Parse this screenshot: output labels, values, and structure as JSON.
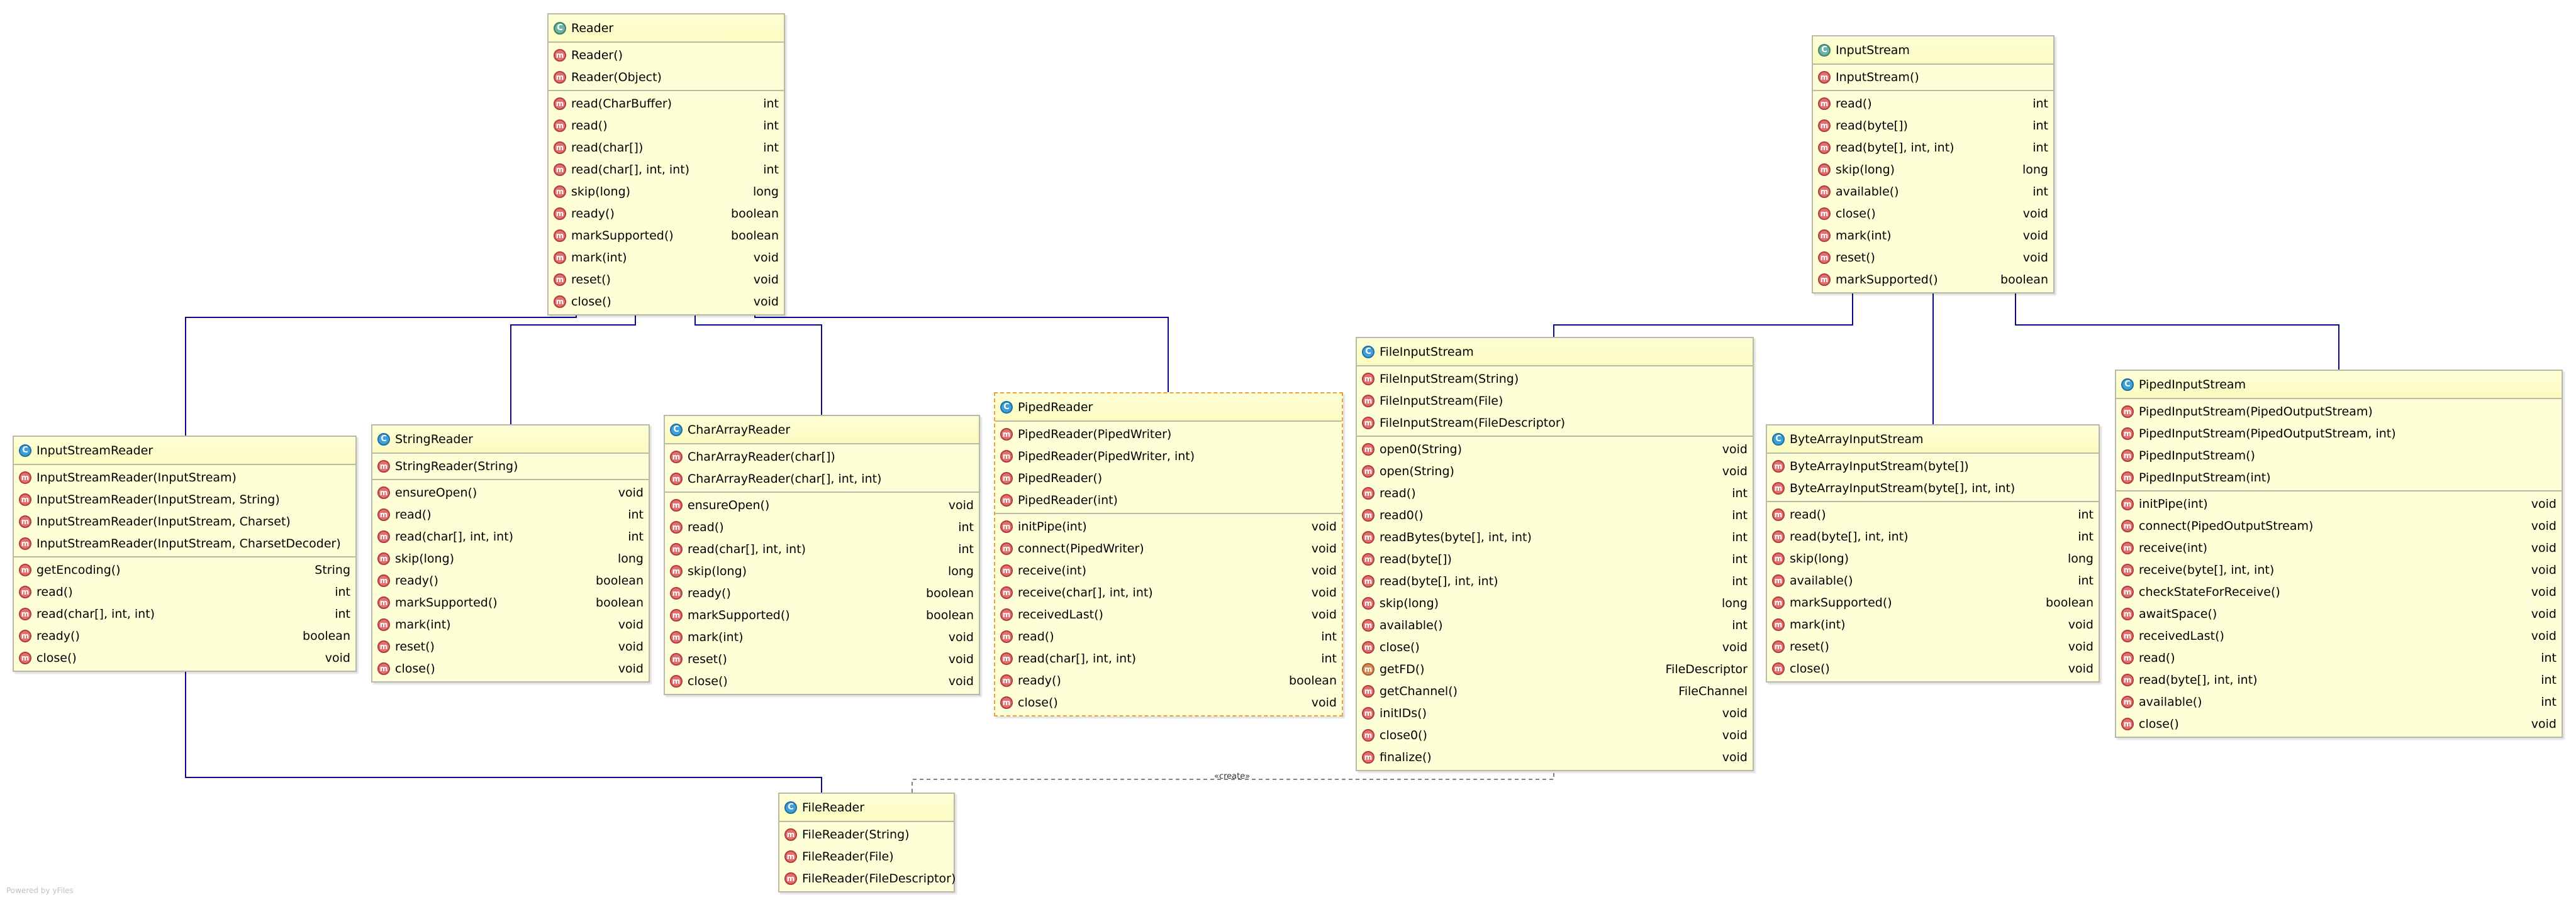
{
  "diagram": {
    "create_label": "«create»",
    "footer": "Powered by yFiles"
  },
  "colors": {
    "box_fill": "#fefed7",
    "box_border": "#b9b9a6",
    "edge": "#0b0b8c",
    "selected_border": "#e8a33c",
    "method_icon": "#e06f6f",
    "class_icon": "#3f9fd8"
  },
  "classes": [
    {
      "id": "reader",
      "name": "Reader",
      "icon": "abstract-class-icon",
      "constructors": [
        "Reader()",
        "Reader(Object)"
      ],
      "methods": [
        {
          "sig": "read(CharBuffer)",
          "ret": "int"
        },
        {
          "sig": "read()",
          "ret": "int"
        },
        {
          "sig": "read(char[])",
          "ret": "int"
        },
        {
          "sig": "read(char[], int, int)",
          "ret": "int"
        },
        {
          "sig": "skip(long)",
          "ret": "long"
        },
        {
          "sig": "ready()",
          "ret": "boolean"
        },
        {
          "sig": "markSupported()",
          "ret": "boolean"
        },
        {
          "sig": "mark(int)",
          "ret": "void"
        },
        {
          "sig": "reset()",
          "ret": "void"
        },
        {
          "sig": "close()",
          "ret": "void"
        }
      ]
    },
    {
      "id": "inputstream",
      "name": "InputStream",
      "icon": "abstract-class-icon",
      "constructors": [
        "InputStream()"
      ],
      "methods": [
        {
          "sig": "read()",
          "ret": "int"
        },
        {
          "sig": "read(byte[])",
          "ret": "int"
        },
        {
          "sig": "read(byte[], int, int)",
          "ret": "int"
        },
        {
          "sig": "skip(long)",
          "ret": "long"
        },
        {
          "sig": "available()",
          "ret": "int"
        },
        {
          "sig": "close()",
          "ret": "void"
        },
        {
          "sig": "mark(int)",
          "ret": "void"
        },
        {
          "sig": "reset()",
          "ret": "void"
        },
        {
          "sig": "markSupported()",
          "ret": "boolean"
        }
      ]
    },
    {
      "id": "inputstreamreader",
      "name": "InputStreamReader",
      "icon": "class-icon",
      "constructors": [
        "InputStreamReader(InputStream)",
        "InputStreamReader(InputStream, String)",
        "InputStreamReader(InputStream, Charset)",
        "InputStreamReader(InputStream, CharsetDecoder)"
      ],
      "methods": [
        {
          "sig": "getEncoding()",
          "ret": "String"
        },
        {
          "sig": "read()",
          "ret": "int"
        },
        {
          "sig": "read(char[], int, int)",
          "ret": "int"
        },
        {
          "sig": "ready()",
          "ret": "boolean"
        },
        {
          "sig": "close()",
          "ret": "void"
        }
      ]
    },
    {
      "id": "stringreader",
      "name": "StringReader",
      "icon": "class-icon",
      "constructors": [
        "StringReader(String)"
      ],
      "methods": [
        {
          "sig": "ensureOpen()",
          "ret": "void"
        },
        {
          "sig": "read()",
          "ret": "int"
        },
        {
          "sig": "read(char[], int, int)",
          "ret": "int"
        },
        {
          "sig": "skip(long)",
          "ret": "long"
        },
        {
          "sig": "ready()",
          "ret": "boolean"
        },
        {
          "sig": "markSupported()",
          "ret": "boolean"
        },
        {
          "sig": "mark(int)",
          "ret": "void"
        },
        {
          "sig": "reset()",
          "ret": "void"
        },
        {
          "sig": "close()",
          "ret": "void"
        }
      ]
    },
    {
      "id": "chararrayreader",
      "name": "CharArrayReader",
      "icon": "class-icon",
      "constructors": [
        "CharArrayReader(char[])",
        "CharArrayReader(char[], int, int)"
      ],
      "methods": [
        {
          "sig": "ensureOpen()",
          "ret": "void"
        },
        {
          "sig": "read()",
          "ret": "int"
        },
        {
          "sig": "read(char[], int, int)",
          "ret": "int"
        },
        {
          "sig": "skip(long)",
          "ret": "long"
        },
        {
          "sig": "ready()",
          "ret": "boolean"
        },
        {
          "sig": "markSupported()",
          "ret": "boolean"
        },
        {
          "sig": "mark(int)",
          "ret": "void"
        },
        {
          "sig": "reset()",
          "ret": "void"
        },
        {
          "sig": "close()",
          "ret": "void"
        }
      ]
    },
    {
      "id": "pipedreader",
      "name": "PipedReader",
      "icon": "class-icon",
      "selected": true,
      "constructors": [
        "PipedReader(PipedWriter)",
        "PipedReader(PipedWriter, int)",
        "PipedReader()",
        "PipedReader(int)"
      ],
      "methods": [
        {
          "sig": "initPipe(int)",
          "ret": "void"
        },
        {
          "sig": "connect(PipedWriter)",
          "ret": "void"
        },
        {
          "sig": "receive(int)",
          "ret": "void"
        },
        {
          "sig": "receive(char[], int, int)",
          "ret": "void"
        },
        {
          "sig": "receivedLast()",
          "ret": "void"
        },
        {
          "sig": "read()",
          "ret": "int"
        },
        {
          "sig": "read(char[], int, int)",
          "ret": "int"
        },
        {
          "sig": "ready()",
          "ret": "boolean"
        },
        {
          "sig": "close()",
          "ret": "void"
        }
      ]
    },
    {
      "id": "fileinputstream",
      "name": "FileInputStream",
      "icon": "class-icon",
      "constructors": [
        "FileInputStream(String)",
        "FileInputStream(File)",
        "FileInputStream(FileDescriptor)"
      ],
      "methods": [
        {
          "sig": "open0(String)",
          "ret": "void"
        },
        {
          "sig": "open(String)",
          "ret": "void"
        },
        {
          "sig": "read()",
          "ret": "int"
        },
        {
          "sig": "read0()",
          "ret": "int"
        },
        {
          "sig": "readBytes(byte[], int, int)",
          "ret": "int"
        },
        {
          "sig": "read(byte[])",
          "ret": "int"
        },
        {
          "sig": "read(byte[], int, int)",
          "ret": "int"
        },
        {
          "sig": "skip(long)",
          "ret": "long"
        },
        {
          "sig": "available()",
          "ret": "int"
        },
        {
          "sig": "close()",
          "ret": "void"
        },
        {
          "sig": "getFD()",
          "ret": "FileDescriptor"
        },
        {
          "sig": "getChannel()",
          "ret": "FileChannel"
        },
        {
          "sig": "initIDs()",
          "ret": "void"
        },
        {
          "sig": "close0()",
          "ret": "void"
        },
        {
          "sig": "finalize()",
          "ret": "void"
        }
      ]
    },
    {
      "id": "bytearrayinputstream",
      "name": "ByteArrayInputStream",
      "icon": "class-icon",
      "constructors": [
        "ByteArrayInputStream(byte[])",
        "ByteArrayInputStream(byte[], int, int)"
      ],
      "methods": [
        {
          "sig": "read()",
          "ret": "int"
        },
        {
          "sig": "read(byte[], int, int)",
          "ret": "int"
        },
        {
          "sig": "skip(long)",
          "ret": "long"
        },
        {
          "sig": "available()",
          "ret": "int"
        },
        {
          "sig": "markSupported()",
          "ret": "boolean"
        },
        {
          "sig": "mark(int)",
          "ret": "void"
        },
        {
          "sig": "reset()",
          "ret": "void"
        },
        {
          "sig": "close()",
          "ret": "void"
        }
      ]
    },
    {
      "id": "pipedinputstream",
      "name": "PipedInputStream",
      "icon": "class-icon",
      "constructors": [
        "PipedInputStream(PipedOutputStream)",
        "PipedInputStream(PipedOutputStream, int)",
        "PipedInputStream()",
        "PipedInputStream(int)"
      ],
      "methods": [
        {
          "sig": "initPipe(int)",
          "ret": "void"
        },
        {
          "sig": "connect(PipedOutputStream)",
          "ret": "void"
        },
        {
          "sig": "receive(int)",
          "ret": "void"
        },
        {
          "sig": "receive(byte[], int, int)",
          "ret": "void"
        },
        {
          "sig": "checkStateForReceive()",
          "ret": "void"
        },
        {
          "sig": "awaitSpace()",
          "ret": "void"
        },
        {
          "sig": "receivedLast()",
          "ret": "void"
        },
        {
          "sig": "read()",
          "ret": "int"
        },
        {
          "sig": "read(byte[], int, int)",
          "ret": "int"
        },
        {
          "sig": "available()",
          "ret": "int"
        },
        {
          "sig": "close()",
          "ret": "void"
        }
      ]
    },
    {
      "id": "filereader",
      "name": "FileReader",
      "icon": "class-icon",
      "constructors": [
        "FileReader(String)",
        "FileReader(File)",
        "FileReader(FileDescriptor)"
      ],
      "methods": []
    }
  ],
  "relations": [
    {
      "from": "inputstreamreader",
      "to": "reader",
      "type": "extends"
    },
    {
      "from": "stringreader",
      "to": "reader",
      "type": "extends"
    },
    {
      "from": "chararrayreader",
      "to": "reader",
      "type": "extends"
    },
    {
      "from": "pipedreader",
      "to": "reader",
      "type": "extends"
    },
    {
      "from": "fileinputstream",
      "to": "inputstream",
      "type": "extends"
    },
    {
      "from": "bytearrayinputstream",
      "to": "inputstream",
      "type": "extends"
    },
    {
      "from": "pipedinputstream",
      "to": "inputstream",
      "type": "extends"
    },
    {
      "from": "filereader",
      "to": "inputstreamreader",
      "type": "extends"
    },
    {
      "from": "filereader",
      "to": "fileinputstream",
      "type": "create"
    }
  ]
}
